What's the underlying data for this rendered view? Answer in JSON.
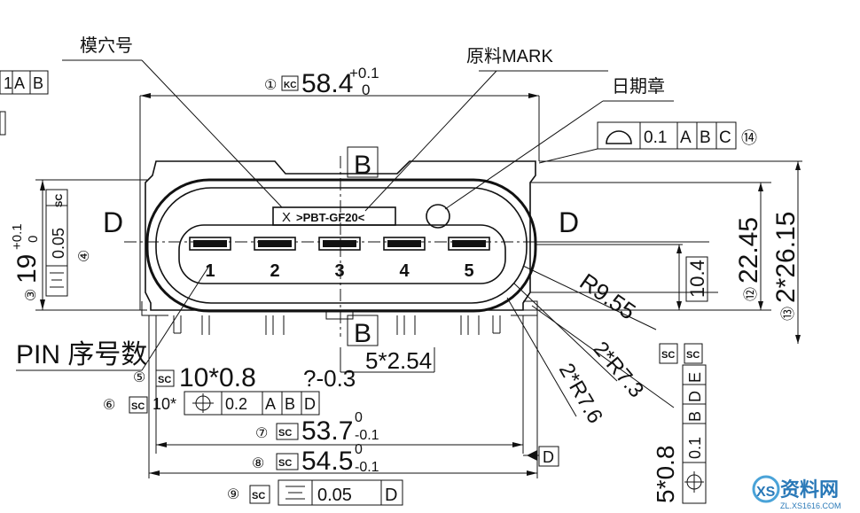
{
  "callouts": {
    "cavity": "模穴号",
    "material": "原料MARK",
    "date": "日期章",
    "pin_seq": "PIN 序号数"
  },
  "marking": {
    "cavity_x": "X",
    "material_code": ">PBT-GF20<"
  },
  "pins": [
    "1",
    "2",
    "3",
    "4",
    "5"
  ],
  "section_labels": {
    "b_top": "B",
    "b_bottom": "B",
    "d_left": "D",
    "d_right": "D"
  },
  "dimensions": {
    "d1": {
      "num": "①",
      "badge": "KC",
      "value": "58.4",
      "tol_upper": "+0.1",
      "tol_lower": "0"
    },
    "d3": {
      "num": "③",
      "value": "19",
      "tol_upper": "+0.1",
      "tol_lower": "0"
    },
    "d4": {
      "num": "④"
    },
    "d5": {
      "num": "⑤",
      "badge": "SC",
      "value": "10*0.8",
      "tol": "?-0.3"
    },
    "d5b": {
      "value": "5*2.54"
    },
    "d6": {
      "num": "⑥",
      "badge": "SC",
      "prefix": "10*"
    },
    "d7": {
      "num": "⑦",
      "badge": "SC",
      "value": "53.7",
      "tol_upper": "0",
      "tol_lower": "-0.1"
    },
    "d8": {
      "num": "⑧",
      "badge": "SC",
      "value": "54.5",
      "tol_upper": "0",
      "tol_lower": "-0.1"
    },
    "d9": {
      "num": "⑨",
      "badge": "SC"
    },
    "d14": {
      "num": "⑭"
    },
    "r955": {
      "value": "R9.55"
    },
    "r73": {
      "value": "2*R7.3"
    },
    "r76": {
      "value": "2*R7.6"
    },
    "v104": {
      "value": "10.4"
    },
    "v2245": {
      "num": "⑫",
      "value": "22.45"
    },
    "v2615": {
      "num": "⑬",
      "value": "2*26.15"
    },
    "v05": {
      "value": "5*0.8"
    }
  },
  "fcf": {
    "ab_topleft": {
      "cells": [
        "1",
        "A",
        "B"
      ]
    },
    "profile": {
      "cells": [
        "0.1",
        "A",
        "B",
        "C"
      ]
    },
    "sym_left": {
      "badge": "SC",
      "cells": [
        "0.05"
      ]
    },
    "pos_pins": {
      "cells": [
        "0.2",
        "A",
        "B",
        "D"
      ]
    },
    "sym_bottom": {
      "cells": [
        "0.05",
        "D"
      ]
    },
    "right_vertical": {
      "badges": [
        "SC",
        "SC"
      ],
      "cells": [
        "E",
        "D",
        "B",
        "0.1"
      ]
    }
  },
  "datum_d": "D",
  "watermark": {
    "brand": "资料网",
    "url": "ZL.XS1616.COM"
  }
}
